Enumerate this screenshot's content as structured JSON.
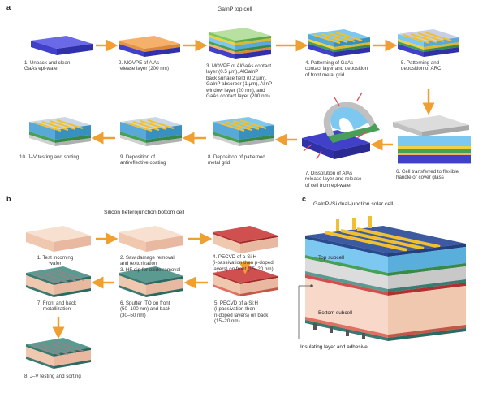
{
  "panel_a": {
    "letter": "a",
    "title": "GaInP top cell",
    "steps": [
      {
        "lines": [
          "1. Unpack and clean",
          "GaAs epi-wafer"
        ]
      },
      {
        "lines": [
          "2. MOVPE of AlAs",
          "release layer (200 nm)"
        ]
      },
      {
        "lines": [
          "3. MOVPE of AlGaAs contact",
          "layer (0.5 µm), AlGaInP",
          "back surface field (0.2 µm),",
          "GaInP absorber (1 µm), AlInP",
          "window layer (20 nm), and",
          "GaAs contact layer (200 nm)"
        ]
      },
      {
        "lines": [
          "4. Patterning of GaAs",
          "contact layer and deposition",
          "of front metal grid"
        ]
      },
      {
        "lines": [
          "5. Patterning and",
          "deposition of ARC"
        ]
      },
      {
        "lines": [
          "6. Cell transferred to flexible",
          "handle or cover glass"
        ]
      },
      {
        "lines": [
          "7. Dissolution of AlAs",
          "release layer and release",
          "of cell from epi-wafer"
        ]
      },
      {
        "lines": [
          "8. Deposition of patterned",
          "metal grid"
        ]
      },
      {
        "lines": [
          "9. Deposition of",
          "antireflective coating"
        ]
      },
      {
        "lines": [
          "10. J–V testing and sorting"
        ]
      }
    ]
  },
  "panel_b": {
    "letter": "b",
    "title": "Silicon heterojunction bottom cell",
    "steps": [
      {
        "lines": [
          "1. Test incoming",
          "wafer"
        ]
      },
      {
        "lines": [
          "2. Saw damage removal",
          "and texturization",
          "3. HF dip for oxide removal"
        ]
      },
      {
        "lines": [
          "4. PECVD of a-Si:H",
          "(i-passivation then p-doped",
          "layers) on front (15–20 nm)"
        ]
      },
      {
        "lines": [
          "5. PECVD of a-Si:H",
          "(i-passivation then",
          "n-doped layers) on back",
          "(15–20 nm)"
        ]
      },
      {
        "lines": [
          "6. Sputter ITO on front",
          "(50–100 nm) and back",
          "(30–50 nm)"
        ]
      },
      {
        "lines": [
          "7. Front and back",
          "metallization"
        ]
      },
      {
        "lines": [
          "8. J–V testing and sorting"
        ]
      }
    ]
  },
  "panel_c": {
    "letter": "c",
    "title": "GaInP//Si dual-junction solar cell",
    "top_label": "Top subcell",
    "bottom_label": "Bottom  subcell",
    "callout": "Insulating layer and adhesive"
  }
}
